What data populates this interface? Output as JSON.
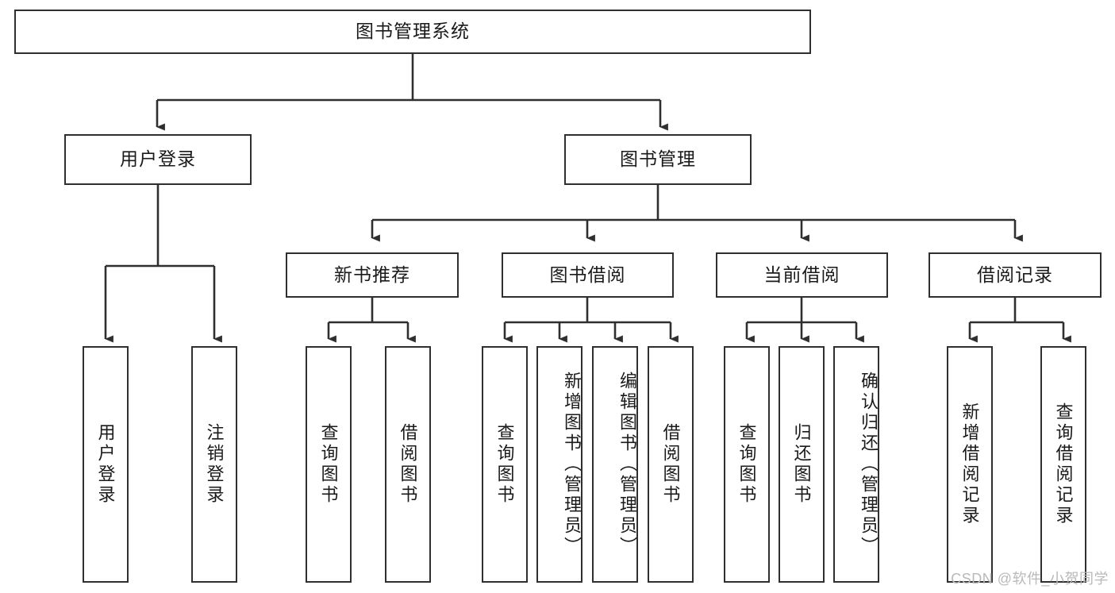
{
  "diagram": {
    "title": "图书管理系统",
    "type": "tree-hierarchy",
    "root": {
      "label": "图书管理系统"
    },
    "level2": [
      {
        "id": "user-login",
        "label": "用户登录"
      },
      {
        "id": "book-manage",
        "label": "图书管理"
      }
    ],
    "level3": [
      {
        "id": "new-book-rec",
        "label": "新书推荐"
      },
      {
        "id": "book-borrow",
        "label": "图书借阅"
      },
      {
        "id": "current-borrow",
        "label": "当前借阅"
      },
      {
        "id": "borrow-record",
        "label": "借阅记录"
      }
    ],
    "leaves": {
      "user_login": [
        {
          "id": "leaf-user-login",
          "label": "用户登录"
        },
        {
          "id": "leaf-logout-login",
          "label": "注销登录"
        }
      ],
      "new_book_rec": [
        {
          "id": "leaf-query-book-1",
          "label": "查询图书"
        },
        {
          "id": "leaf-borrow-book-1",
          "label": "借阅图书"
        }
      ],
      "book_borrow": [
        {
          "id": "leaf-query-book-2",
          "label": "查询图书"
        },
        {
          "id": "leaf-add-book",
          "label": "新增图书（管理员）"
        },
        {
          "id": "leaf-edit-book",
          "label": "编辑图书（管理员）"
        },
        {
          "id": "leaf-borrow-book-2",
          "label": "借阅图书"
        }
      ],
      "current_borrow": [
        {
          "id": "leaf-query-book-3",
          "label": "查询图书"
        },
        {
          "id": "leaf-return-book",
          "label": "归还图书"
        },
        {
          "id": "leaf-confirm-return",
          "label": "确认归还（管理员）"
        }
      ],
      "borrow_record": [
        {
          "id": "leaf-add-record",
          "label": "新增借阅记录"
        },
        {
          "id": "leaf-query-record",
          "label": "查询借阅记录"
        }
      ]
    }
  },
  "watermark": {
    "text": "CSDN @软件_小贺同学"
  },
  "colors": {
    "stroke": "#2f2f2f",
    "fill": "#ffffff",
    "text": "#1a1a1a",
    "watermark": "#b9b9b9"
  }
}
